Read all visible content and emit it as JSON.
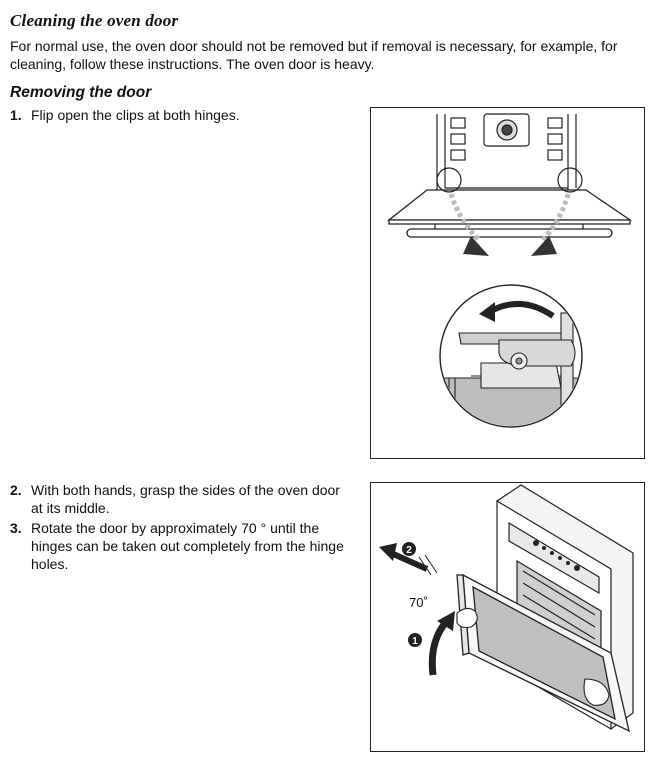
{
  "section": {
    "title": "Cleaning the oven door",
    "intro": "For normal use, the oven door should not be removed but if removal is necessary, for example, for cleaning, follow these instructions. The oven door is heavy."
  },
  "subsection": {
    "title": "Removing the door"
  },
  "steps": [
    {
      "num": "1.",
      "text": "Flip open the clips at both hinges."
    },
    {
      "num": "2.",
      "text": "With both hands, grasp the sides of the oven door at its middle."
    },
    {
      "num": "3.",
      "text": "Rotate the door by approximately 70 ° until the hinges can be taken out completely from the hinge holes."
    }
  ],
  "figure2": {
    "angle_label": "70˚",
    "callout_1": "1",
    "callout_2": "2"
  }
}
